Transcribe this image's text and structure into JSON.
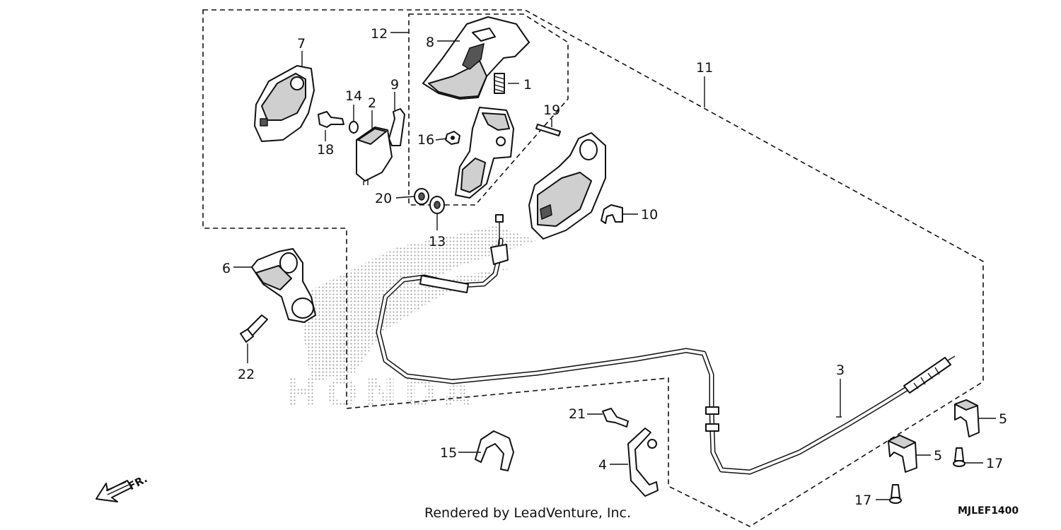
{
  "diagram": {
    "callouts": {
      "p1": "1",
      "p2": "2",
      "p3": "3",
      "p4": "4",
      "p5a": "5",
      "p5b": "5",
      "p6": "6",
      "p7": "7",
      "p8": "8",
      "p9": "9",
      "p10": "10",
      "p11": "11",
      "p12": "12",
      "p13": "13",
      "p14": "14",
      "p15": "15",
      "p16": "16",
      "p17a": "17",
      "p17b": "17",
      "p18": "18",
      "p19": "19",
      "p20": "20",
      "p21": "21",
      "p22": "22"
    },
    "watermark": "HONDA",
    "direction_label": "FR.",
    "credit": "Rendered by LeadVenture, Inc.",
    "diagram_code": "MJLEF1400"
  }
}
